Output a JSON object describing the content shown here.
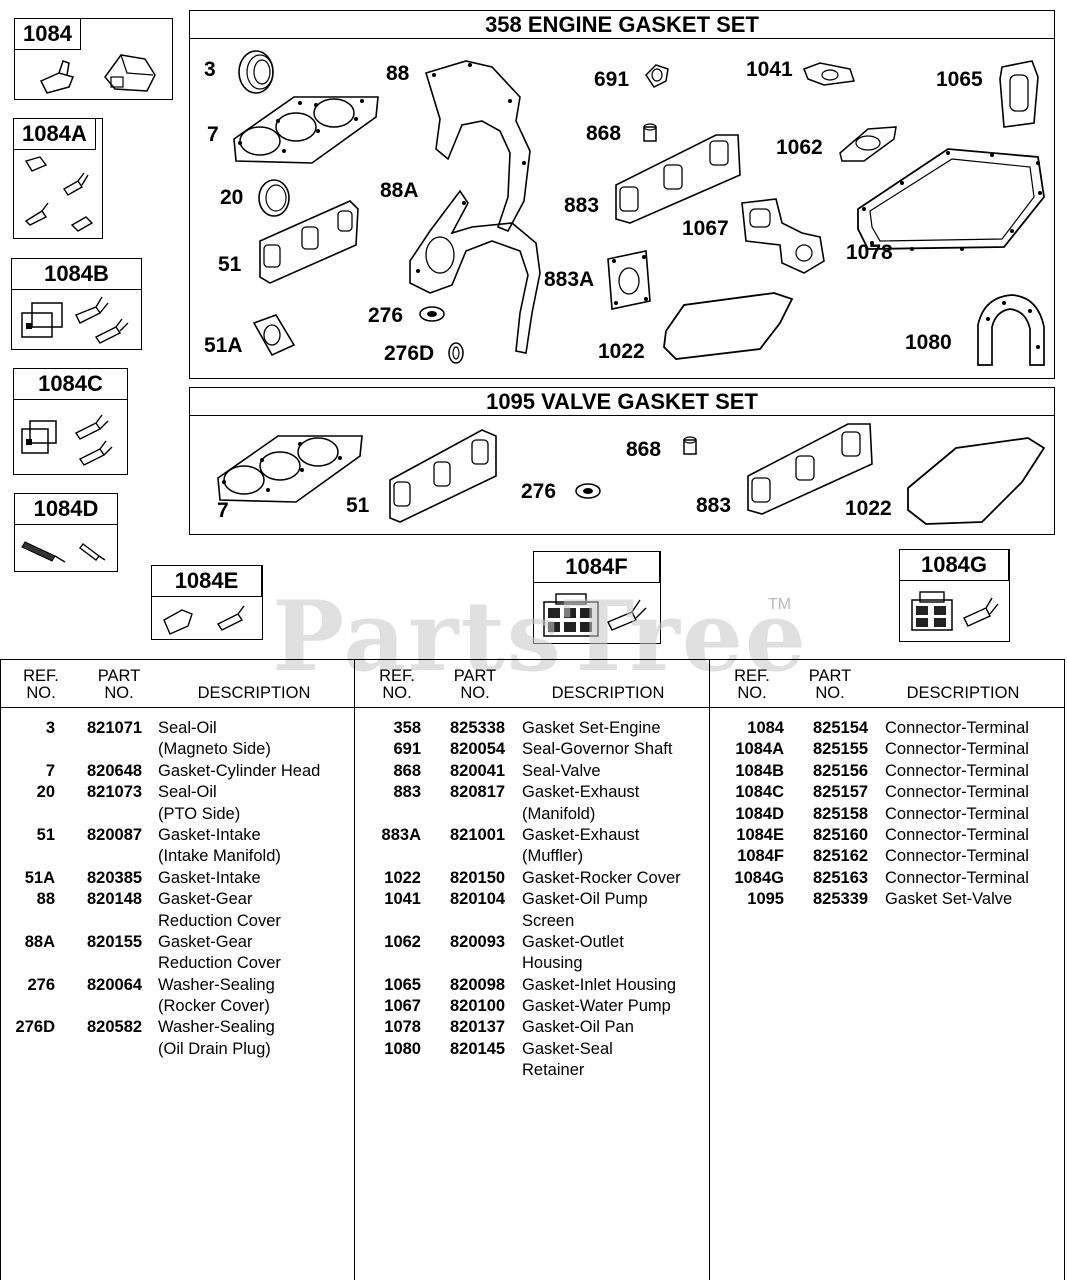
{
  "connectors": [
    {
      "id": "1084",
      "label": "1084"
    },
    {
      "id": "1084A",
      "label": "1084A"
    },
    {
      "id": "1084B",
      "label": "1084B"
    },
    {
      "id": "1084C",
      "label": "1084C"
    },
    {
      "id": "1084D",
      "label": "1084D"
    },
    {
      "id": "1084E",
      "label": "1084E"
    },
    {
      "id": "1084F",
      "label": "1084F"
    },
    {
      "id": "1084G",
      "label": "1084G"
    }
  ],
  "engine_set": {
    "title": "358 ENGINE GASKET SET",
    "refs": [
      "3",
      "88",
      "691",
      "1041",
      "1065",
      "7",
      "868",
      "1062",
      "20",
      "88A",
      "883",
      "1067",
      "1078",
      "51",
      "883A",
      "276",
      "51A",
      "276D",
      "1022",
      "1080"
    ]
  },
  "valve_set": {
    "title": "1095 VALVE GASKET SET",
    "refs": [
      "868",
      "276",
      "7",
      "51",
      "883",
      "1022"
    ]
  },
  "watermark": {
    "text": "PartsTree",
    "tm": "TM"
  },
  "table": {
    "headers": {
      "ref1": "REF.",
      "ref2": "NO.",
      "part1": "PART",
      "part2": "NO.",
      "desc": "DESCRIPTION"
    },
    "columns": [
      [
        {
          "ref": "3",
          "part": "821071",
          "desc": "Seal-Oil"
        },
        {
          "ref": "",
          "part": "",
          "desc": "(Magneto Side)"
        },
        {
          "ref": "7",
          "part": "820648",
          "desc": "Gasket-Cylinder Head"
        },
        {
          "ref": "20",
          "part": "821073",
          "desc": "Seal-Oil"
        },
        {
          "ref": "",
          "part": "",
          "desc": "(PTO Side)"
        },
        {
          "ref": "51",
          "part": "820087",
          "desc": "Gasket-Intake"
        },
        {
          "ref": "",
          "part": "",
          "desc": "(Intake Manifold)"
        },
        {
          "ref": "51A",
          "part": "820385",
          "desc": "Gasket-Intake"
        },
        {
          "ref": "88",
          "part": "820148",
          "desc": "Gasket-Gear"
        },
        {
          "ref": "",
          "part": "",
          "desc": "Reduction Cover"
        },
        {
          "ref": "88A",
          "part": "820155",
          "desc": "Gasket-Gear"
        },
        {
          "ref": "",
          "part": "",
          "desc": "Reduction Cover"
        },
        {
          "ref": "276",
          "part": "820064",
          "desc": "Washer-Sealing"
        },
        {
          "ref": "",
          "part": "",
          "desc": "(Rocker Cover)"
        },
        {
          "ref": "276D",
          "part": "820582",
          "desc": "Washer-Sealing"
        },
        {
          "ref": "",
          "part": "",
          "desc": "(Oil Drain Plug)"
        }
      ],
      [
        {
          "ref": "358",
          "part": "825338",
          "desc": "Gasket Set-Engine"
        },
        {
          "ref": "691",
          "part": "820054",
          "desc": "Seal-Governor Shaft"
        },
        {
          "ref": "868",
          "part": "820041",
          "desc": "Seal-Valve"
        },
        {
          "ref": "883",
          "part": "820817",
          "desc": "Gasket-Exhaust"
        },
        {
          "ref": "",
          "part": "",
          "desc": "(Manifold)"
        },
        {
          "ref": "883A",
          "part": "821001",
          "desc": "Gasket-Exhaust"
        },
        {
          "ref": "",
          "part": "",
          "desc": "(Muffler)"
        },
        {
          "ref": "1022",
          "part": "820150",
          "desc": "Gasket-Rocker Cover"
        },
        {
          "ref": "1041",
          "part": "820104",
          "desc": "Gasket-Oil Pump"
        },
        {
          "ref": "",
          "part": "",
          "desc": "Screen"
        },
        {
          "ref": "1062",
          "part": "820093",
          "desc": "Gasket-Outlet"
        },
        {
          "ref": "",
          "part": "",
          "desc": "Housing"
        },
        {
          "ref": "1065",
          "part": "820098",
          "desc": "Gasket-Inlet Housing"
        },
        {
          "ref": "1067",
          "part": "820100",
          "desc": "Gasket-Water Pump"
        },
        {
          "ref": "1078",
          "part": "820137",
          "desc": "Gasket-Oil Pan"
        },
        {
          "ref": "1080",
          "part": "820145",
          "desc": "Gasket-Seal"
        },
        {
          "ref": "",
          "part": "",
          "desc": "Retainer"
        }
      ],
      [
        {
          "ref": "1084",
          "part": "825154",
          "desc": "Connector-Terminal"
        },
        {
          "ref": "1084A",
          "part": "825155",
          "desc": "Connector-Terminal"
        },
        {
          "ref": "1084B",
          "part": "825156",
          "desc": "Connector-Terminal"
        },
        {
          "ref": "1084C",
          "part": "825157",
          "desc": "Connector-Terminal"
        },
        {
          "ref": "1084D",
          "part": "825158",
          "desc": "Connector-Terminal"
        },
        {
          "ref": "1084E",
          "part": "825160",
          "desc": "Connector-Terminal"
        },
        {
          "ref": "1084F",
          "part": "825162",
          "desc": "Connector-Terminal"
        },
        {
          "ref": "1084G",
          "part": "825163",
          "desc": "Connector-Terminal"
        },
        {
          "ref": "1095",
          "part": "825339",
          "desc": "Gasket Set-Valve"
        }
      ]
    ]
  }
}
